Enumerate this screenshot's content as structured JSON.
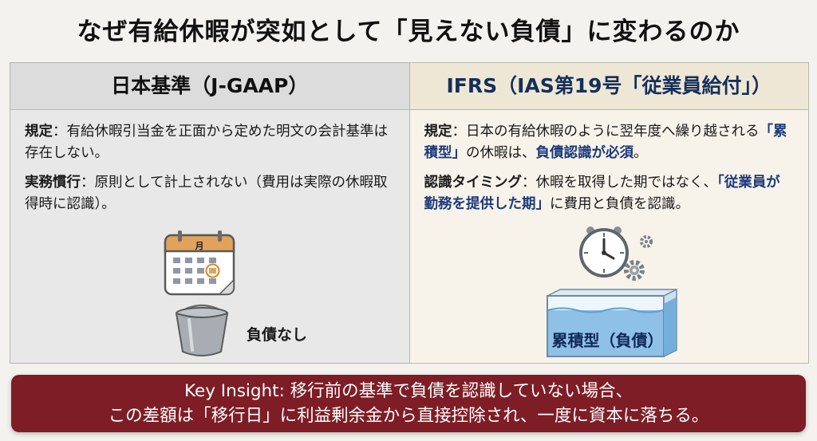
{
  "title": "なぜ有給休暇が突如として「見えない負債」に変わるのか",
  "left": {
    "header": "日本基準（J-GAAP）",
    "rule_label": "規定",
    "rule_text": "：有給休暇引当金を正面から定めた明文の会計基準は存在しない。",
    "practice_label": "実務慣行",
    "practice_text": "：原則として計上されない（費用は実際の休暇取得時に認識）。",
    "calendar_month": "月",
    "bucket_caption": "負債なし"
  },
  "right": {
    "header": "IFRS（IAS第19号「従業員給付」）",
    "rule_label": "規定",
    "rule_text_1": "：日本の有給休暇のように翌年度へ繰り越される",
    "rule_hl_1": "「累積型」",
    "rule_text_2": "の休暇は、",
    "rule_hl_2": "負債認識が必須",
    "rule_text_3": "。",
    "timing_label": "認識タイミング",
    "timing_text_1": "：休暇を取得した期ではなく、",
    "timing_hl": "「従業員が勤務を提供した期」",
    "timing_text_2": "に費用と負債を認識。",
    "tank_caption": "累積型（負債）"
  },
  "banner": {
    "line1": "Key Insight: 移行前の基準で負債を認識していない場合、",
    "line2": "この差額は「移行日」に利益剰余金から直接控除され、一度に資本に落ちる。"
  },
  "colors": {
    "banner_bg": "#7e1d25",
    "highlight": "#1d3a7a",
    "right_header_text": "#14305a"
  },
  "icons": [
    "calendar-icon",
    "bucket-icon",
    "clock-icon",
    "gear-icon",
    "water-drop-icon",
    "water-tank-icon"
  ]
}
